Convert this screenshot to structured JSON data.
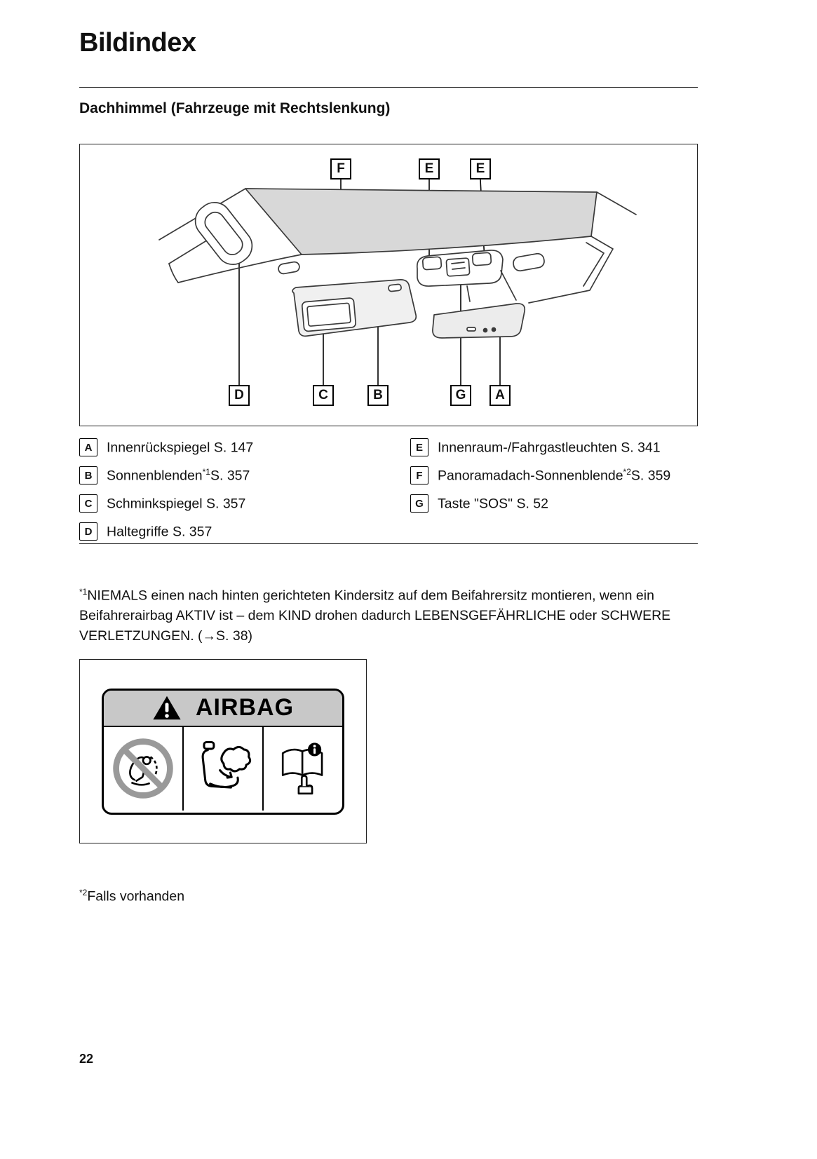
{
  "page": {
    "title": "Bildindex",
    "section_heading": "Dachhimmel (Fahrzeuge mit Rechtslenkung)",
    "page_number": "22"
  },
  "diagram": {
    "top_labels": [
      "F",
      "E",
      "E"
    ],
    "bottom_labels": [
      "D",
      "C",
      "B",
      "G",
      "A"
    ]
  },
  "legend": {
    "left": [
      {
        "key": "A",
        "pre": "Innenrückspiegel S. 147",
        "sup": "",
        "post": ""
      },
      {
        "key": "B",
        "pre": "Sonnenblenden",
        "sup": "*1",
        "post": "S. 357"
      },
      {
        "key": "C",
        "pre": "Schminkspiegel S. 357",
        "sup": "",
        "post": ""
      },
      {
        "key": "D",
        "pre": "Haltegriffe S. 357",
        "sup": "",
        "post": ""
      }
    ],
    "right": [
      {
        "key": "E",
        "pre": "Innenraum-/Fahrgastleuchten S. 341",
        "sup": "",
        "post": ""
      },
      {
        "key": "F",
        "pre": "Panoramadach-Sonnenblende",
        "sup": "*2",
        "post": "S. 359"
      },
      {
        "key": "G",
        "pre": "Taste \"SOS\" S. 52",
        "sup": "",
        "post": ""
      }
    ]
  },
  "footnotes": {
    "note1_sup": "*1",
    "note1_text": "NIEMALS einen nach hinten gerichteten Kindersitz auf dem Beifahrersitz montieren, wenn ein Beifahrerairbag AKTIV ist – dem KIND drohen dadurch LEBENSGEFÄHRLICHE oder SCHWERE VERLETZUNGEN. (→S. 38)",
    "note2_sup": "*2",
    "note2_text": "Falls vorhanden"
  },
  "airbag_label": {
    "title": "AIRBAG"
  },
  "colors": {
    "sunshade_fill": "#d8d8d8",
    "header_gray": "#c8c8c8",
    "prohibition_gray": "#999999"
  }
}
